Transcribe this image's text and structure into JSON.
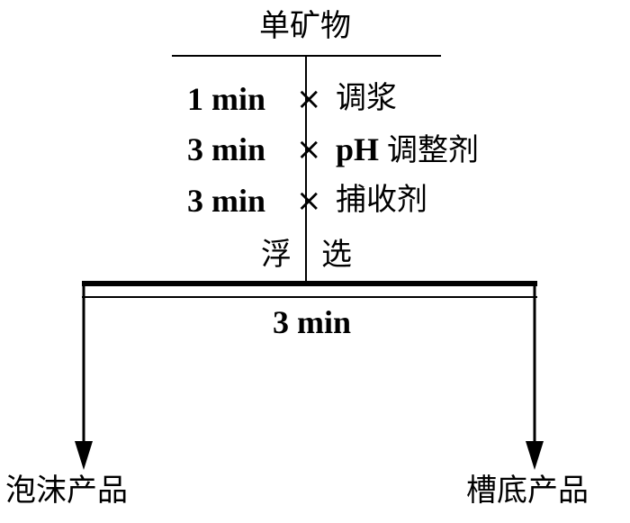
{
  "diagram": {
    "input": "单矿物",
    "steps": [
      {
        "time": "1 min",
        "marker": "×",
        "reagent_prefix": "",
        "reagent": "调浆"
      },
      {
        "time": "3 min",
        "marker": "×",
        "reagent_prefix": "pH",
        "reagent": "调整剂"
      },
      {
        "time": "3 min",
        "marker": "×",
        "reagent_prefix": "",
        "reagent": "捕收剂"
      }
    ],
    "operation_left": "浮",
    "operation_right": "选",
    "operation_time": "3 min",
    "outputs": {
      "froth": "泡沫产品",
      "tailings": "槽底产品"
    },
    "colors": {
      "line": "#000000",
      "background": "#ffffff"
    }
  }
}
